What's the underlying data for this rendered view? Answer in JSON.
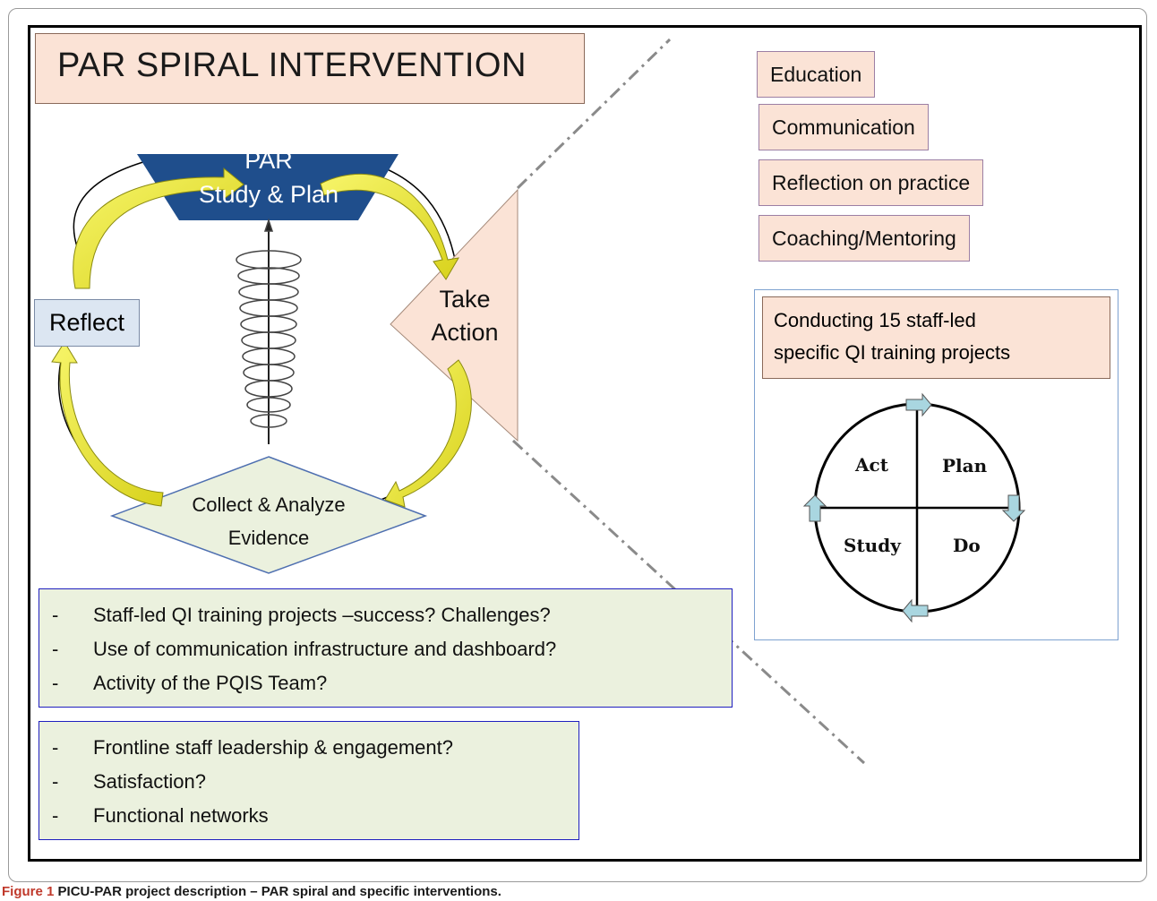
{
  "title": "PAR SPIRAL INTERVENTION",
  "cycle": {
    "study_plan_top": "PAR",
    "study_plan_bottom": "Study & Plan",
    "take_action_top": "Take",
    "take_action_bottom": "Action",
    "collect_top": "Collect & Analyze",
    "collect_bottom": "Evidence",
    "reflect": "Reflect"
  },
  "interventions": [
    "Education",
    "Communication",
    "Reflection on practice",
    "Coaching/Mentoring"
  ],
  "qi": {
    "line1": "Conducting 15 staff-led",
    "line2": "specific QI training projects",
    "pdsa": {
      "act": "Act",
      "plan": "Plan",
      "study": "Study",
      "do": "Do"
    }
  },
  "questions_1": {
    "dash": "-",
    "items": [
      "Staff-led QI training projects –success? Challenges?",
      "Use of communication infrastructure and dashboard?",
      "Activity of the PQIS Team?"
    ]
  },
  "questions_2": {
    "items": [
      "Frontline staff leadership & engagement?",
      "Satisfaction?",
      "Functional networks"
    ]
  },
  "caption": {
    "label": "Figure 1",
    "text": "PICU-PAR project description – PAR spiral and specific interventions."
  },
  "colors": {
    "pentagon": "#1f4e8c",
    "peach": "#fbe3d6",
    "green": "#ebf1de",
    "arrow": "#f2f23a",
    "pdsa_arrow": "#a9d6e0"
  }
}
